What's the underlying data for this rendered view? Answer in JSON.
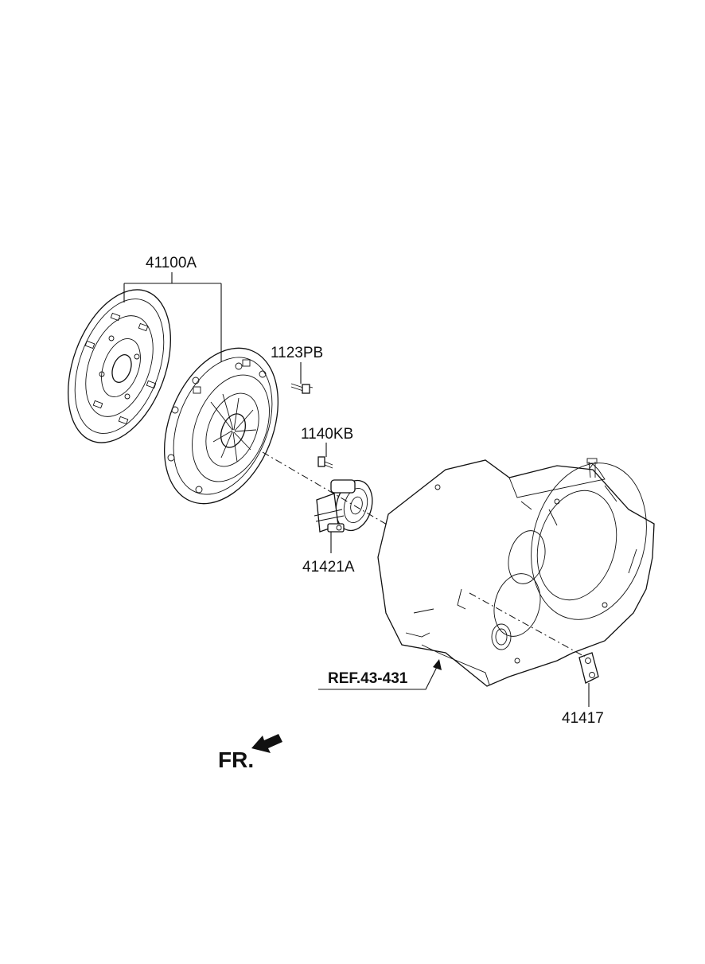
{
  "callouts": {
    "clutch_set": "41100A",
    "bolt_cover": "1123PB",
    "bolt_release": "1140KB",
    "release_cylinder": "41421A",
    "plug": "41417",
    "transaxle_ref": "REF.43-431"
  },
  "direction_marker": {
    "label": "FR.",
    "icon": "front-arrow-icon"
  },
  "colors": {
    "line": "#111111",
    "background": "#ffffff"
  }
}
